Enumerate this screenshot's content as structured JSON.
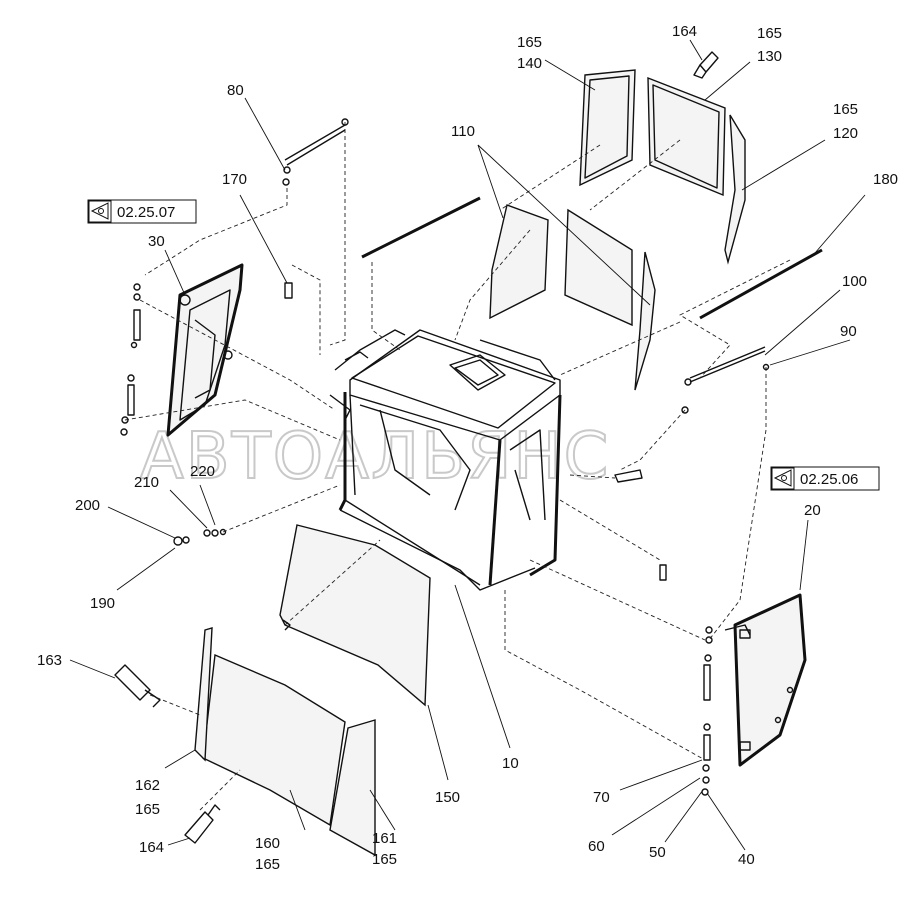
{
  "watermark": "АВТОАЛЬЯНС",
  "refs": [
    {
      "id": "ref-left",
      "text": "02.25.07",
      "icon": "view-eye-icon"
    },
    {
      "id": "ref-right",
      "text": "02.25.06",
      "icon": "view-eye-icon"
    }
  ],
  "labels": {
    "l164a": "164",
    "l165a": "165",
    "l130": "130",
    "l165b": "165",
    "l140": "140",
    "l165c": "165",
    "l120": "120",
    "l80": "80",
    "l110": "110",
    "l170": "170",
    "l180": "180",
    "l30": "30",
    "l100": "100",
    "l90": "90",
    "l210": "210",
    "l220": "220",
    "l200": "200",
    "l190": "190",
    "l20": "20",
    "l163": "163",
    "l162": "162",
    "l165d": "165",
    "l10": "10",
    "l150": "150",
    "l70": "70",
    "l160": "160",
    "l165e": "165",
    "l161": "161",
    "l165f": "165",
    "l164b": "164",
    "l60": "60",
    "l50": "50",
    "l40": "40"
  }
}
